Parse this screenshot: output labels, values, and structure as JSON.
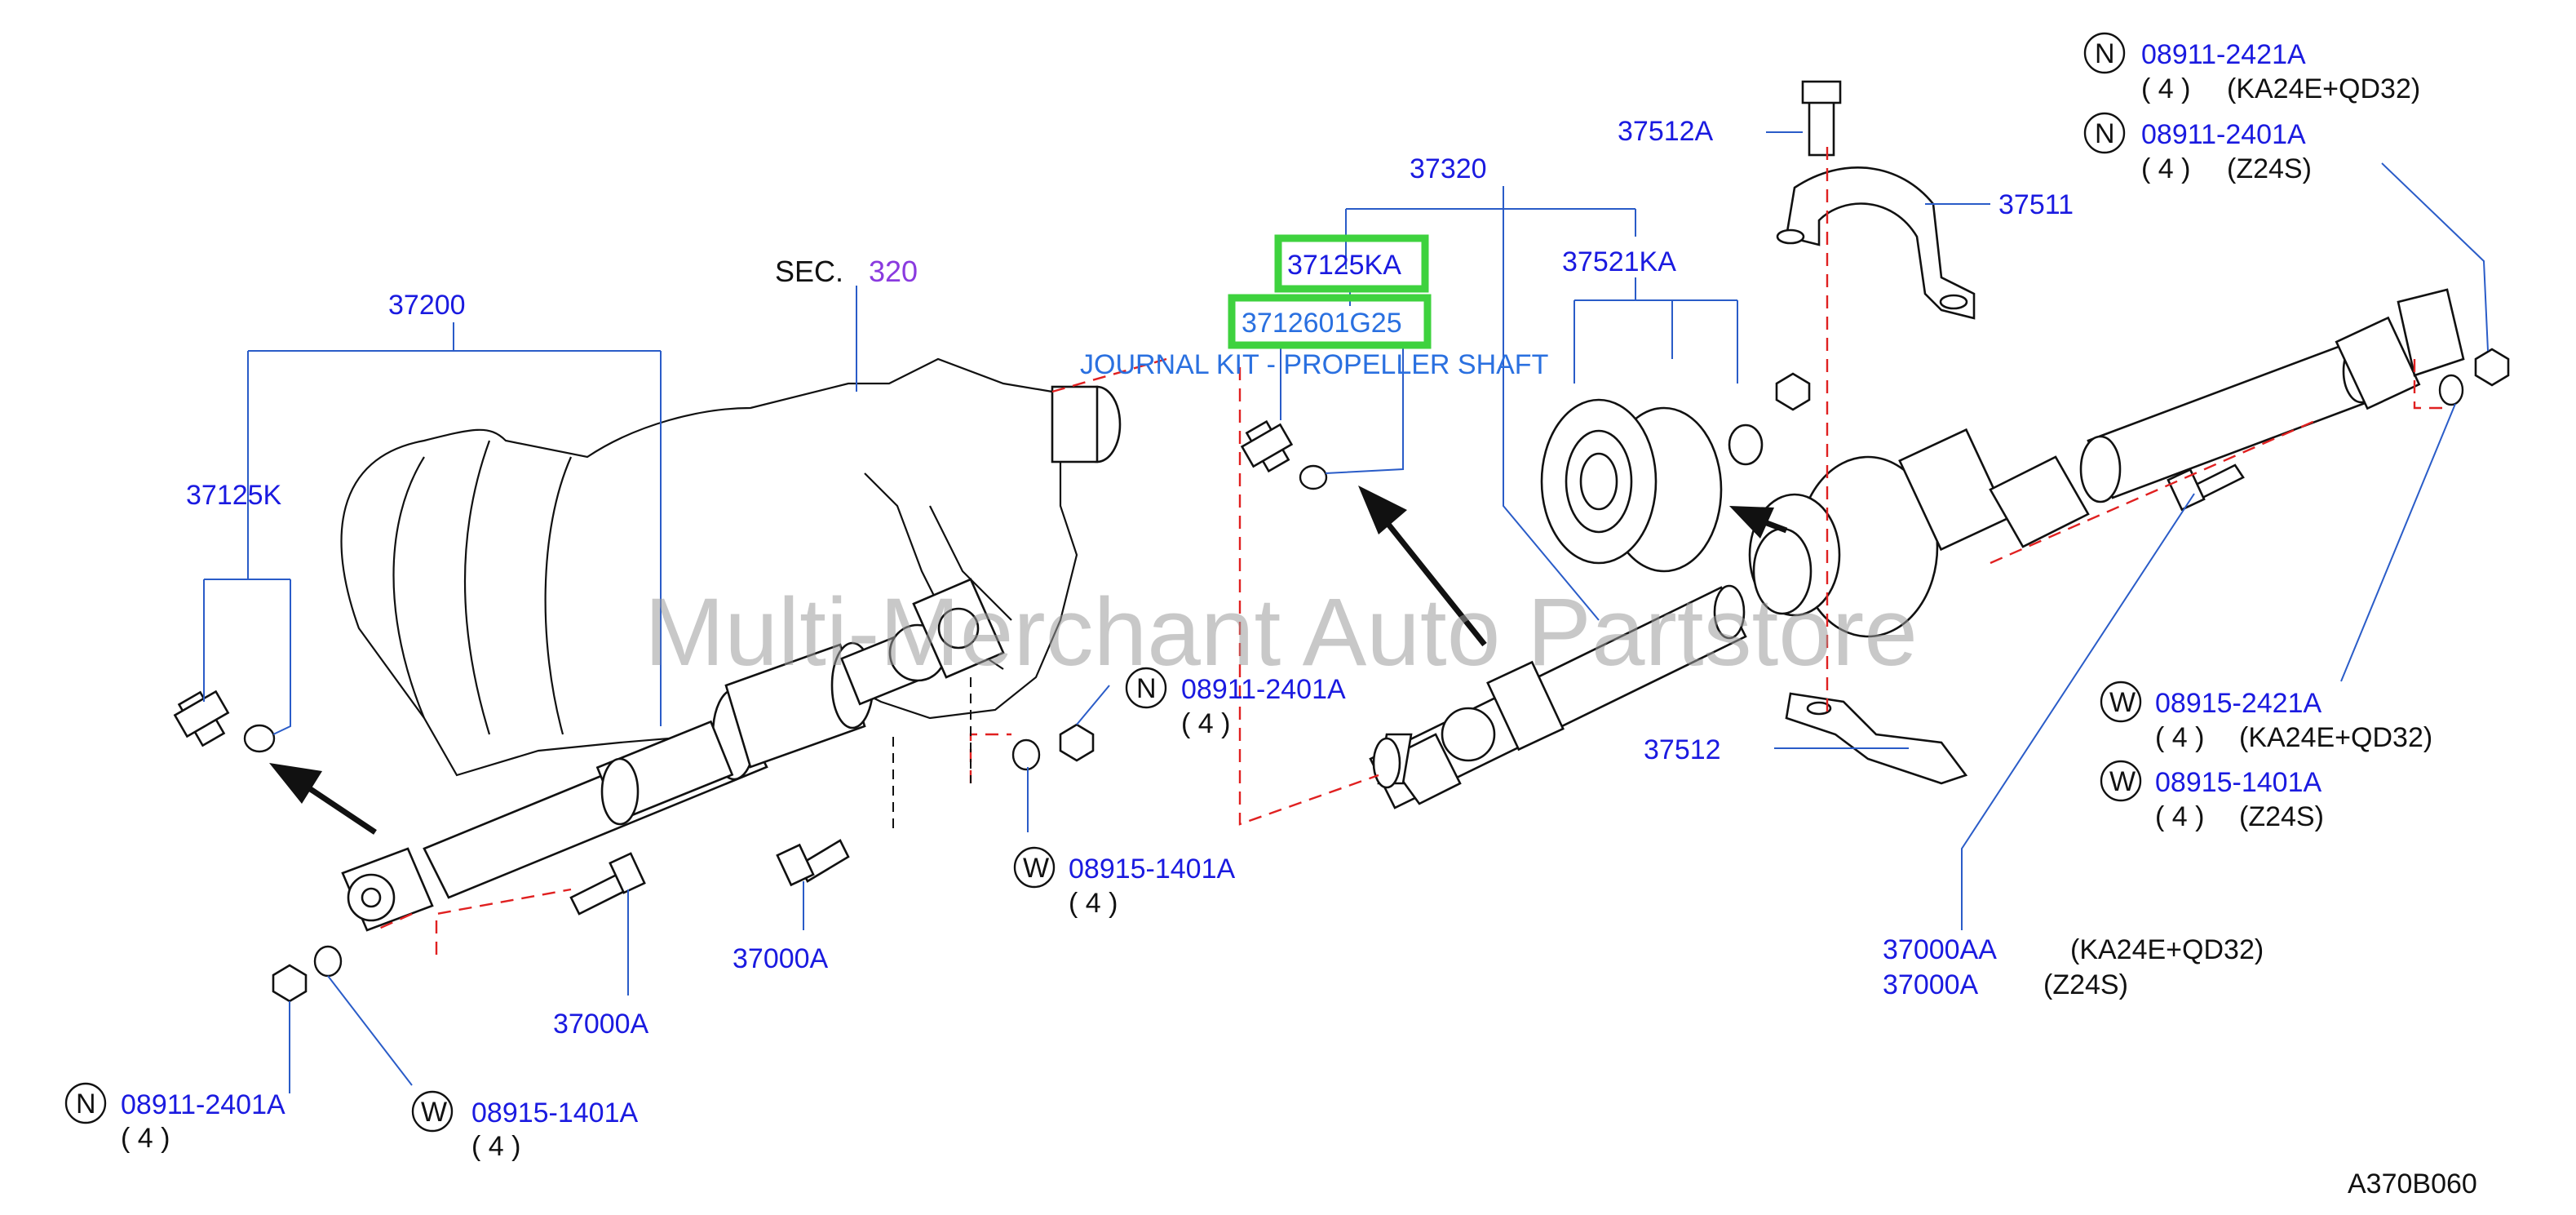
{
  "diagram_code": "A370B060",
  "watermark": "Multi-Merchant Auto Partstore",
  "section": {
    "prefix": "SEC.",
    "number": "320"
  },
  "journal_kit_label": "JOURNAL KIT - PROPELLER SHAFT",
  "highlight_color": "#3ed23e",
  "label_color": "#1a1ae0",
  "parts": {
    "p37200": "37200",
    "p37125K": "37125K",
    "p37320": "37320",
    "p37125KA": "37125KA",
    "p3712601G25": "3712601G25",
    "p37521KA": "37521KA",
    "p37512A": "37512A",
    "p37511": "37511",
    "p37512": "37512",
    "p37000A_left": "37000A",
    "p37000A_mid": "37000A",
    "p37000AA": "37000AA",
    "p37000A_right": "37000A"
  },
  "right_variants": {
    "aa_note": "(KA24E+QD32)",
    "a_note": "(Z24S)"
  },
  "callouts": [
    {
      "id": "n_tr1",
      "letter": "N",
      "number": "08911-2421A",
      "qty": "( 4 )",
      "note": "(KA24E+QD32)"
    },
    {
      "id": "n_tr2",
      "letter": "N",
      "number": "08911-2401A",
      "qty": "( 4 )",
      "note": "(Z24S)"
    },
    {
      "id": "n_mid",
      "letter": "N",
      "number": "08911-2401A",
      "qty": "( 4 )",
      "note": ""
    },
    {
      "id": "w_mid",
      "letter": "W",
      "number": "08915-1401A",
      "qty": "( 4 )",
      "note": ""
    },
    {
      "id": "w_r1",
      "letter": "W",
      "number": "08915-2421A",
      "qty": "( 4 )",
      "note": "(KA24E+QD32)"
    },
    {
      "id": "w_r2",
      "letter": "W",
      "number": "08915-1401A",
      "qty": "( 4 )",
      "note": "(Z24S)"
    },
    {
      "id": "n_bl",
      "letter": "N",
      "number": "08911-2401A",
      "qty": "( 4 )",
      "note": ""
    },
    {
      "id": "w_bl",
      "letter": "W",
      "number": "08915-1401A",
      "qty": "( 4 )",
      "note": ""
    }
  ]
}
